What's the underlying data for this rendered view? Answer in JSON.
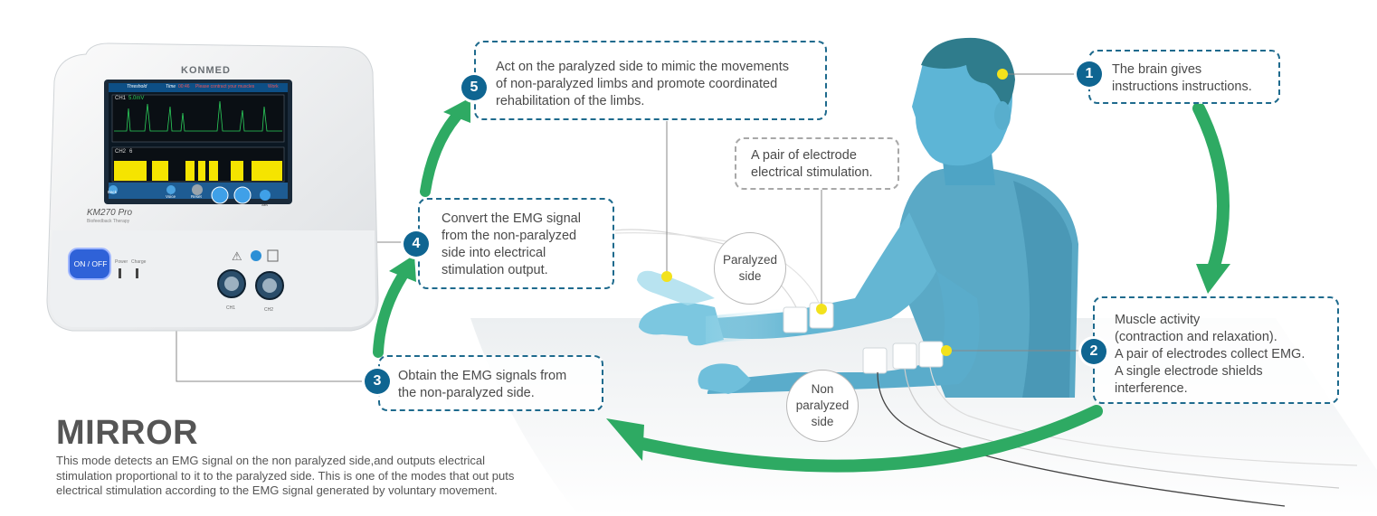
{
  "device": {
    "brand": "KONMED",
    "model": "KM270 Pro",
    "model_sub": "Biofeedback Therapy",
    "power_button": "ON / OFF",
    "power_label": "Power",
    "charge_label": "Charge",
    "ch1_port": "CH1",
    "ch2_port": "CH2",
    "screen": {
      "threshold": "Threshold",
      "time": "Time",
      "time_val": "00:46",
      "message": "Please contract your muscles",
      "work": "Work",
      "ch1": "CH1",
      "ch1_val": "5.0mV",
      "ch2": "CH2",
      "ch2_val": "6",
      "back": "Back",
      "voice": "Voice",
      "reset": "Reset",
      "set": "Set"
    }
  },
  "steps": [
    {
      "num": "1",
      "text_lines": [
        "The brain gives",
        "instructions instructions."
      ]
    },
    {
      "num": "2",
      "text_lines": [
        "Muscle activity",
        "(contraction and relaxation).",
        "A pair of electrodes collect EMG.",
        "A single electrode shields",
        "interference."
      ]
    },
    {
      "num": "3",
      "text_lines": [
        "Obtain the EMG signals from",
        "the non-paralyzed side."
      ]
    },
    {
      "num": "4",
      "text_lines": [
        "Convert the EMG signal",
        "from the non-paralyzed",
        "side into electrical",
        "stimulation output."
      ]
    },
    {
      "num": "5",
      "text_lines": [
        "Act on the paralyzed side to mimic the movements",
        "of non-paralyzed limbs and promote coordinated",
        "rehabilitation of the limbs."
      ]
    }
  ],
  "electrode_note": [
    "A pair of electrode",
    "electrical stimulation."
  ],
  "paralyzed_label": [
    "Paralyzed",
    "side"
  ],
  "non_paralyzed_label": [
    "Non",
    "paralyzed",
    "side"
  ],
  "mode": {
    "title": "MIRROR",
    "description_lines": [
      "This mode detects an EMG signal on the non paralyzed side,and outputs electrical",
      "stimulation proportional to it to the paralyzed side. This is one of the modes that out puts",
      "electrical stimulation according to the EMG signal generated by voluntary movement."
    ]
  },
  "colors": {
    "accent_blue": "#0f6591",
    "dashed_border": "#1e6a8d",
    "arrow_green": "#2eaa63",
    "dot_yellow": "#f3e21c",
    "skin_blue": "#5fb3cf",
    "screen_yellow": "#f5e400"
  }
}
